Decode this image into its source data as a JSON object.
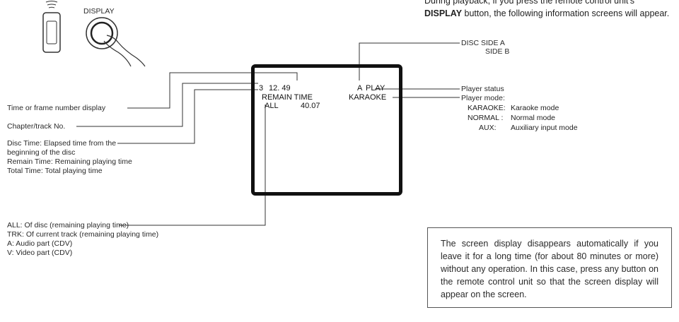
{
  "intro": {
    "line1": "During playback, if you press the remote control unit's",
    "line2_bold": "DISPLAY",
    "line2_rest": " button, the following information screens will appear."
  },
  "remote": {
    "display_label": "DISPLAY"
  },
  "screen": {
    "chapter": "3",
    "time": "12. 49",
    "side": "A",
    "status": "PLAY",
    "time_mode": "REMAIN TIME",
    "player_mode": "KARAOKE",
    "range": "ALL",
    "total": "40.07"
  },
  "disc_side": {
    "line1": "DISC SIDE A",
    "line2": "SIDE B"
  },
  "right_labels": {
    "player_status": "Player status",
    "player_mode": "Player mode:",
    "modes": [
      {
        "key": "KARAOKE:",
        "desc": "Karaoke mode"
      },
      {
        "key": "NORMAL :",
        "desc": "Normal mode"
      },
      {
        "key": "AUX:",
        "desc": "Auxiliary input mode"
      }
    ]
  },
  "left_labels": {
    "time_frame": "Time or frame number display",
    "chapter_track": "Chapter/track No.",
    "disc_time_1": "Disc Time:  Elapsed time from the",
    "disc_time_2": "beginning of the disc",
    "remain_time": "Remain Time:  Remaining playing time",
    "total_time": "Total Time:  Total playing time",
    "all": "ALL:  Of disc (remaining playing time)",
    "trk": "TRK:  Of current track (remaining playing time)",
    "a": "A:  Audio part (CDV)",
    "v": "V:  Video part (CDV)"
  },
  "note": "The screen display disappears automatically if you leave it for a long time (for about 80 minutes or more) without any operation.  In this case, press any button on the remote control unit so that the screen display will appear on the screen."
}
